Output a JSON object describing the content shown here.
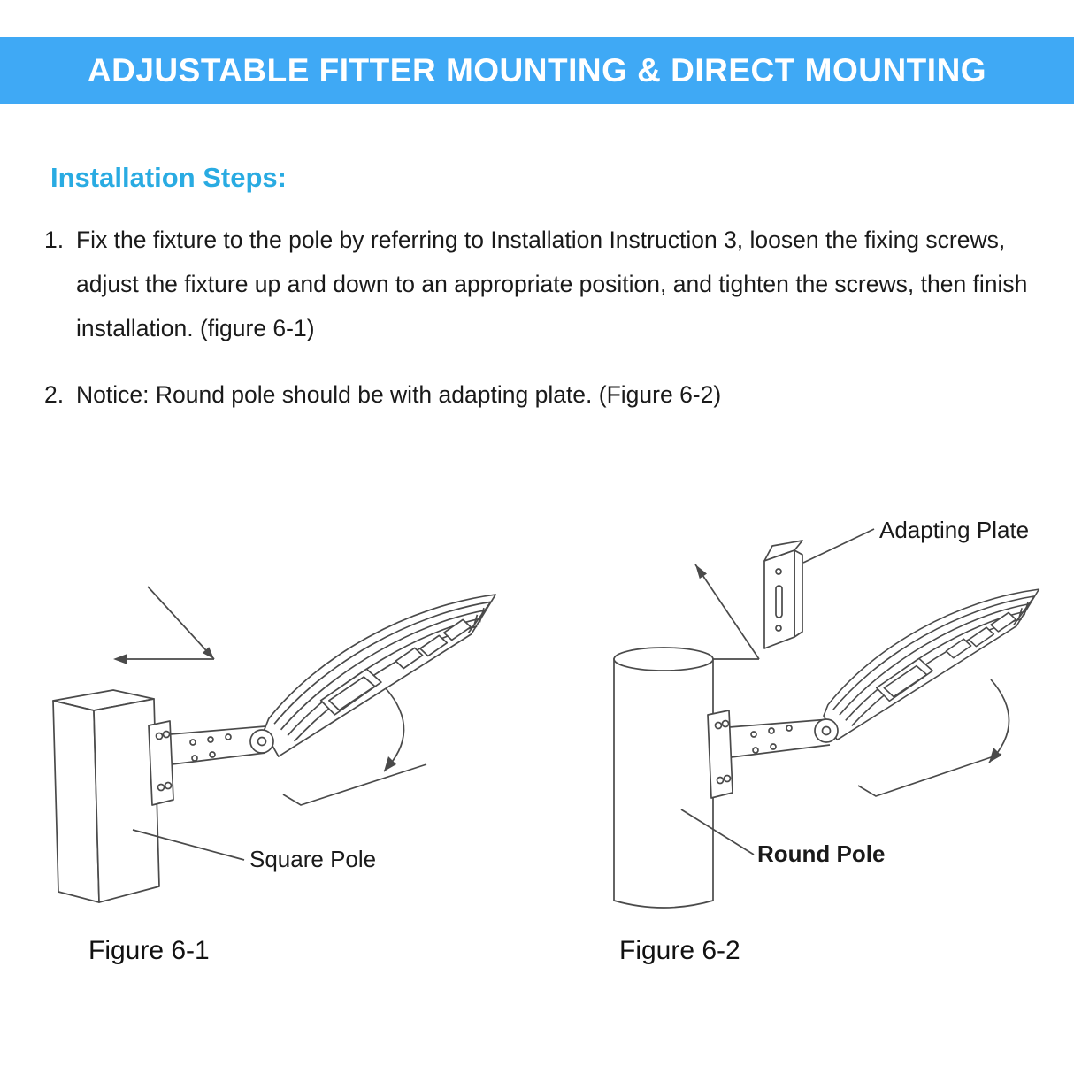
{
  "banner": {
    "title": "ADJUSTABLE FITTER MOUNTING & DIRECT MOUNTING"
  },
  "section": {
    "title": "Installation Steps:"
  },
  "steps": [
    {
      "number": "1.",
      "text": "Fix the fixture to the pole by referring to Installation Instruction 3, loosen the fixing screws, adjust the fixture up and down to an appropriate position, and tighten the screws, then finish installation. (figure 6-1)"
    },
    {
      "number": "2.",
      "text": "Notice: Round pole should be with adapting plate. (Figure 6-2)"
    }
  ],
  "figure1": {
    "caption": "Figure 6-1",
    "pole_label": "Square Pole"
  },
  "figure2": {
    "caption": "Figure 6-2",
    "pole_label": "Round Pole",
    "plate_label": "Adapting Plate"
  },
  "colors": {
    "banner_bg": "#3FA9F5",
    "heading": "#29ABE2",
    "text": "#1A1A1A",
    "line_art": "#4A4A4A"
  }
}
